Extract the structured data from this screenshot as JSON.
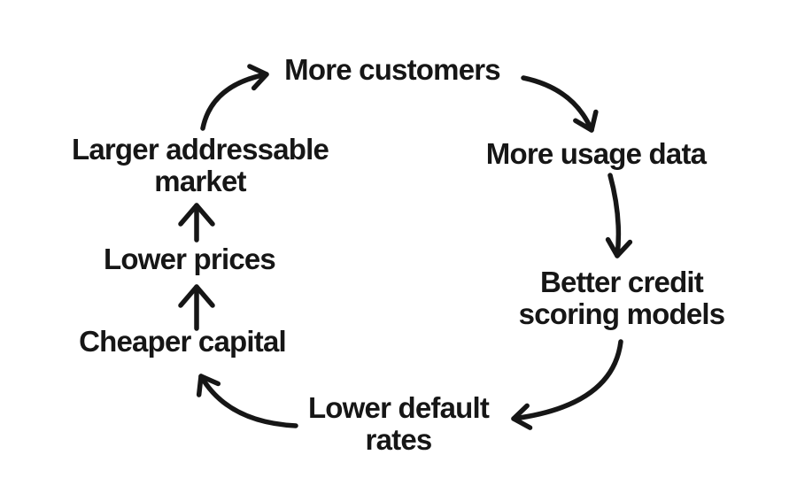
{
  "diagram": {
    "type": "cycle",
    "background": "#ffffff",
    "ink": "#161616",
    "nodes": [
      {
        "id": "more-customers",
        "lines": [
          "More customers"
        ]
      },
      {
        "id": "more-usage-data",
        "lines": [
          "More usage data"
        ]
      },
      {
        "id": "better-credit-scoring-models",
        "lines": [
          "Better credit",
          "scoring models"
        ]
      },
      {
        "id": "lower-default-rates",
        "lines": [
          "Lower default",
          "rates"
        ]
      },
      {
        "id": "cheaper-capital",
        "lines": [
          "Cheaper capital"
        ]
      },
      {
        "id": "lower-prices",
        "lines": [
          "Lower prices"
        ]
      },
      {
        "id": "larger-addressable-market",
        "lines": [
          "Larger addressable",
          "market"
        ]
      }
    ],
    "edges": [
      {
        "from": "more-customers",
        "to": "more-usage-data"
      },
      {
        "from": "more-usage-data",
        "to": "better-credit-scoring-models"
      },
      {
        "from": "better-credit-scoring-models",
        "to": "lower-default-rates"
      },
      {
        "from": "lower-default-rates",
        "to": "cheaper-capital"
      },
      {
        "from": "cheaper-capital",
        "to": "lower-prices"
      },
      {
        "from": "lower-prices",
        "to": "larger-addressable-market"
      },
      {
        "from": "larger-addressable-market",
        "to": "more-customers"
      }
    ]
  }
}
